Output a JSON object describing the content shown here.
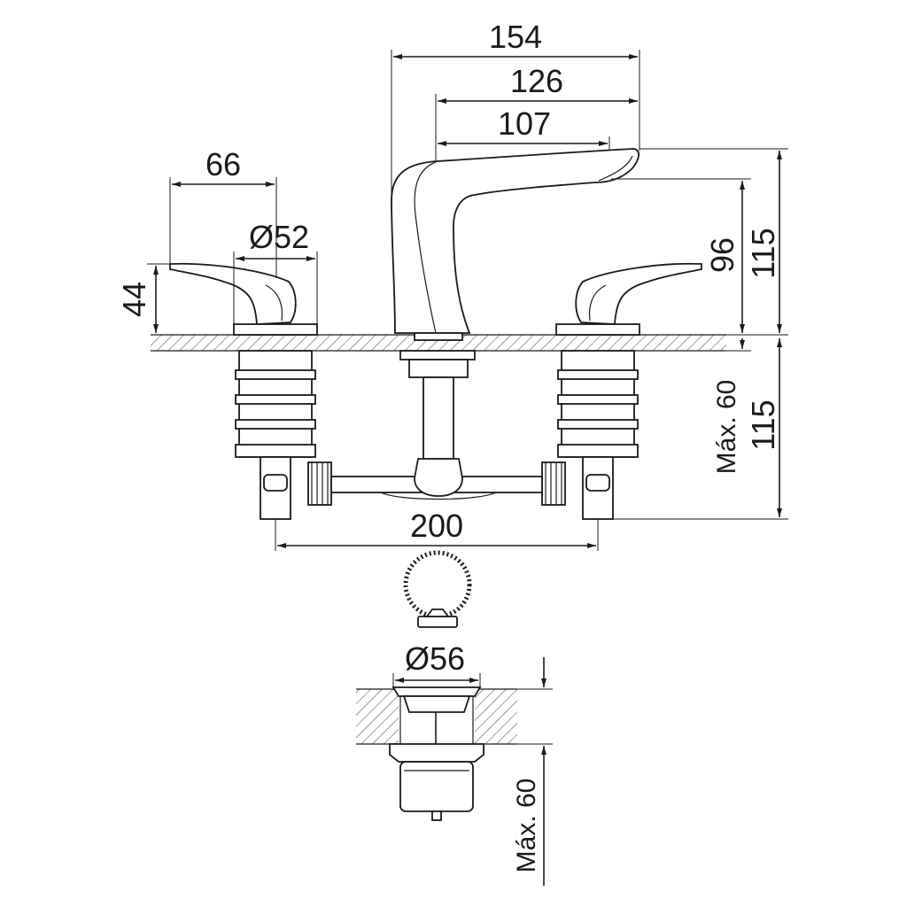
{
  "dimensions": {
    "spout_reach_total": "154",
    "spout_reach_mid": "126",
    "spout_reach_inner": "107",
    "handle_length": "66",
    "handle_base_diameter": "Ø52",
    "handle_height": "44",
    "spout_outlet_height": "96",
    "spout_total_height": "115",
    "below_deck_height": "115",
    "max_deck_thickness": "Máx. 60",
    "handle_spacing": "200",
    "drain_diameter": "Ø56",
    "drain_max_thickness": "Máx. 60"
  },
  "colors": {
    "line": "#1a1a1a",
    "hatch": "#444444",
    "background": "#ffffff"
  }
}
